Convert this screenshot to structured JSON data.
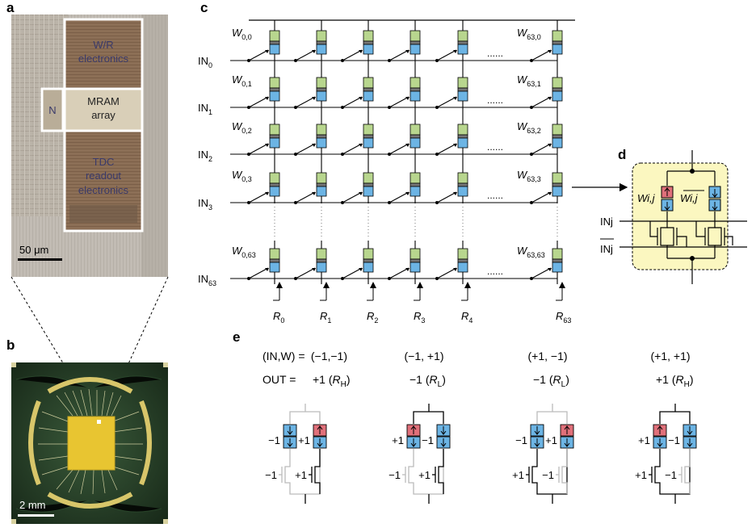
{
  "panels": {
    "a": "a",
    "b": "b",
    "c": "c",
    "d": "d",
    "e": "e"
  },
  "die": {
    "blocks": [
      {
        "line1": "W/R",
        "line2": "electronics"
      },
      {
        "line1": "MRAM",
        "line2": "array"
      },
      {
        "line1": "TDC",
        "line2": "readout",
        "line3": "electronics"
      },
      {
        "line1": "N"
      }
    ],
    "scale_bar": "50 μm"
  },
  "package": {
    "scale_bar": "2 mm"
  },
  "array": {
    "weight_left": [
      "W0,0",
      "W0,1",
      "W0,2",
      "W0,3",
      "W0,63"
    ],
    "weight_right": [
      "W63,0",
      "W63,1",
      "W63,2",
      "W63,3",
      "W63,63"
    ],
    "inputs": [
      "IN0",
      "IN1",
      "IN2",
      "IN3",
      "IN63"
    ],
    "readouts": [
      "R0",
      "R1",
      "R2",
      "R3",
      "R4",
      "R63"
    ],
    "ellipsis": "......"
  },
  "cell": {
    "w": "Wi,j",
    "w_bar": "Wi,j",
    "in": "INj",
    "in_bar": "INj"
  },
  "truth": {
    "header_in": "(IN,W) =",
    "header_out": "OUT =",
    "cases": [
      {
        "inw": "(−1,−1)",
        "out": "+1",
        "r": "RH",
        "left": "−1",
        "right": "+1",
        "gate_l": "−1",
        "gate_r": "+1"
      },
      {
        "inw": "(−1, +1)",
        "out": "−1",
        "r": "RL",
        "left": "+1",
        "right": "−1",
        "gate_l": "−1",
        "gate_r": "+1"
      },
      {
        "inw": "(+1, −1)",
        "out": "−1",
        "r": "RL",
        "left": "−1",
        "right": "+1",
        "gate_l": "+1",
        "gate_r": "−1"
      },
      {
        "inw": "(+1, +1)",
        "out": "+1",
        "r": "RH",
        "left": "+1",
        "right": "−1",
        "gate_l": "+1",
        "gate_r": "−1"
      }
    ]
  },
  "colors": {
    "mtj_green": "#b8d68e",
    "mtj_blue": "#6cb4e4",
    "mtj_red": "#e0707a",
    "cell_bg": "#fbf7c0",
    "chip_gold": "#e8c531"
  }
}
